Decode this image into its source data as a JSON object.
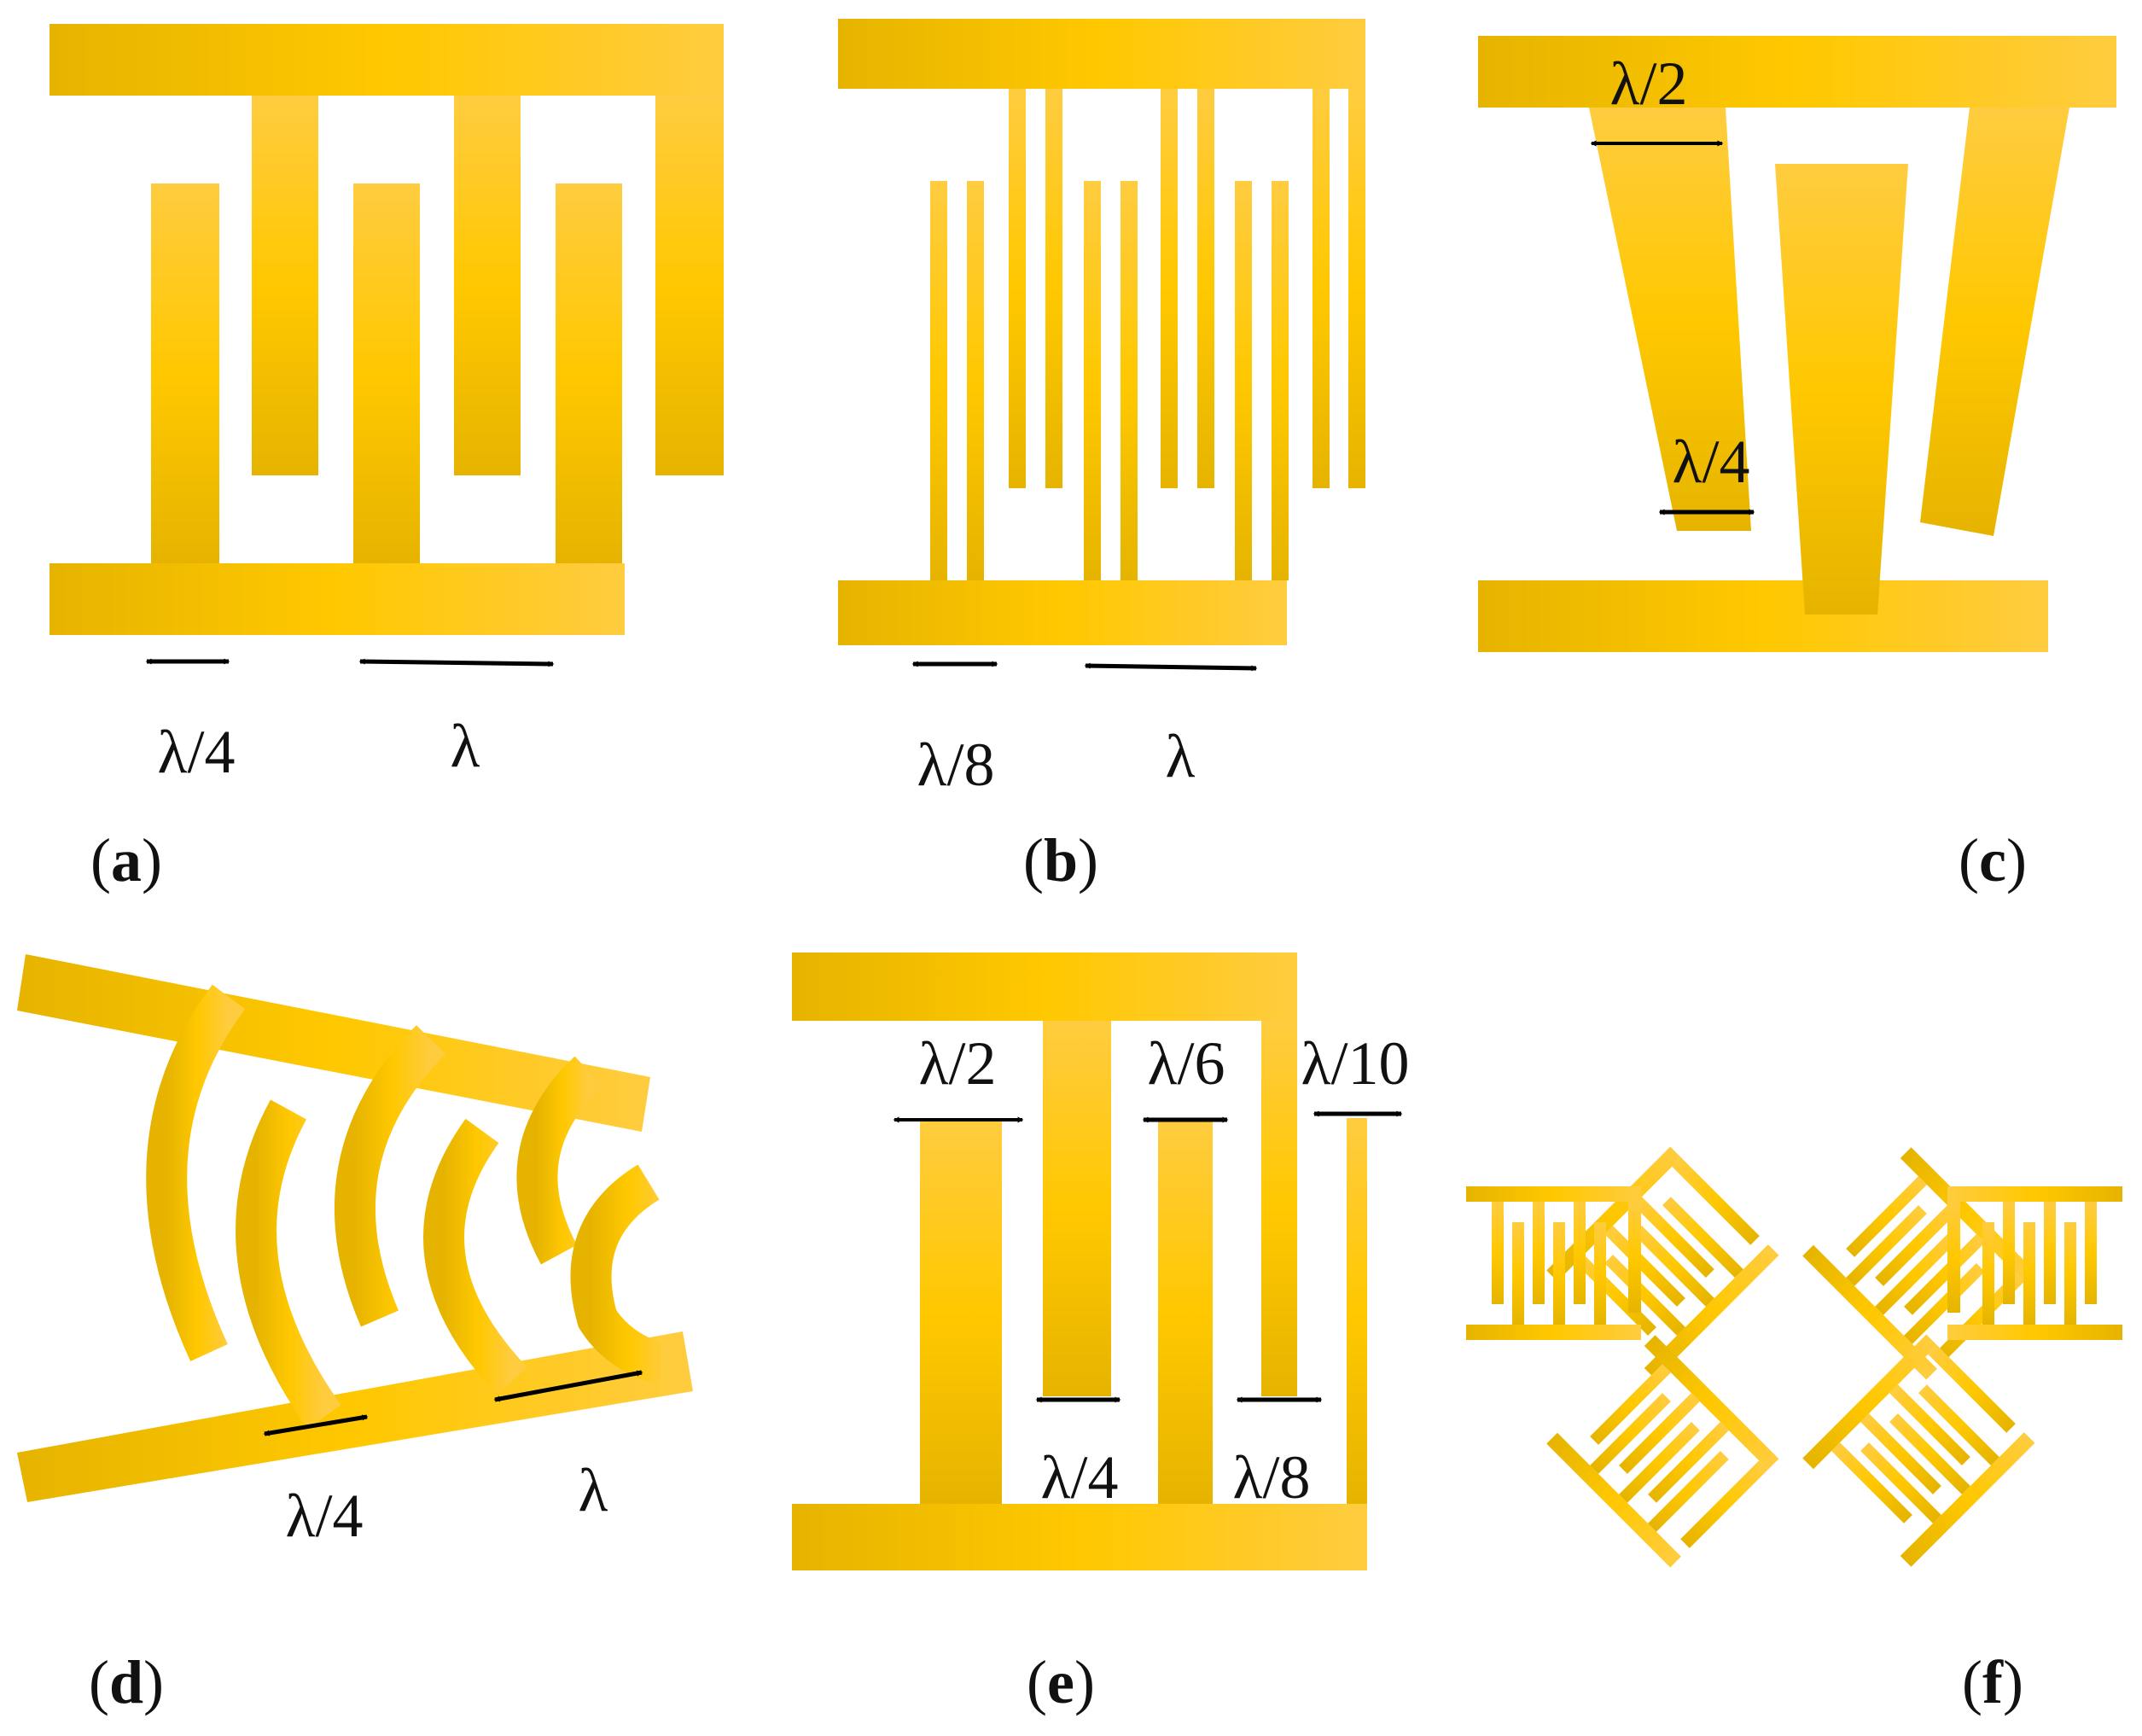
{
  "colors": {
    "electrode_dark": "#E6B400",
    "electrode_mid": "#FFC800",
    "electrode_light": "#FFD24D",
    "arrow": "#000000",
    "text": "#111111"
  },
  "panels": {
    "a": {
      "label": "a",
      "dims": [
        "λ/4",
        "λ"
      ]
    },
    "b": {
      "label": "b",
      "dims": [
        "λ/8",
        "λ"
      ]
    },
    "c": {
      "label": "c",
      "dims": [
        "λ/2",
        "λ/4"
      ]
    },
    "d": {
      "label": "d",
      "dims": [
        "λ/4",
        "λ"
      ]
    },
    "e": {
      "label": "e",
      "dims": [
        "λ/2",
        "λ/6",
        "λ/10",
        "λ/4",
        "λ/8"
      ]
    },
    "f": {
      "label": "f"
    }
  }
}
